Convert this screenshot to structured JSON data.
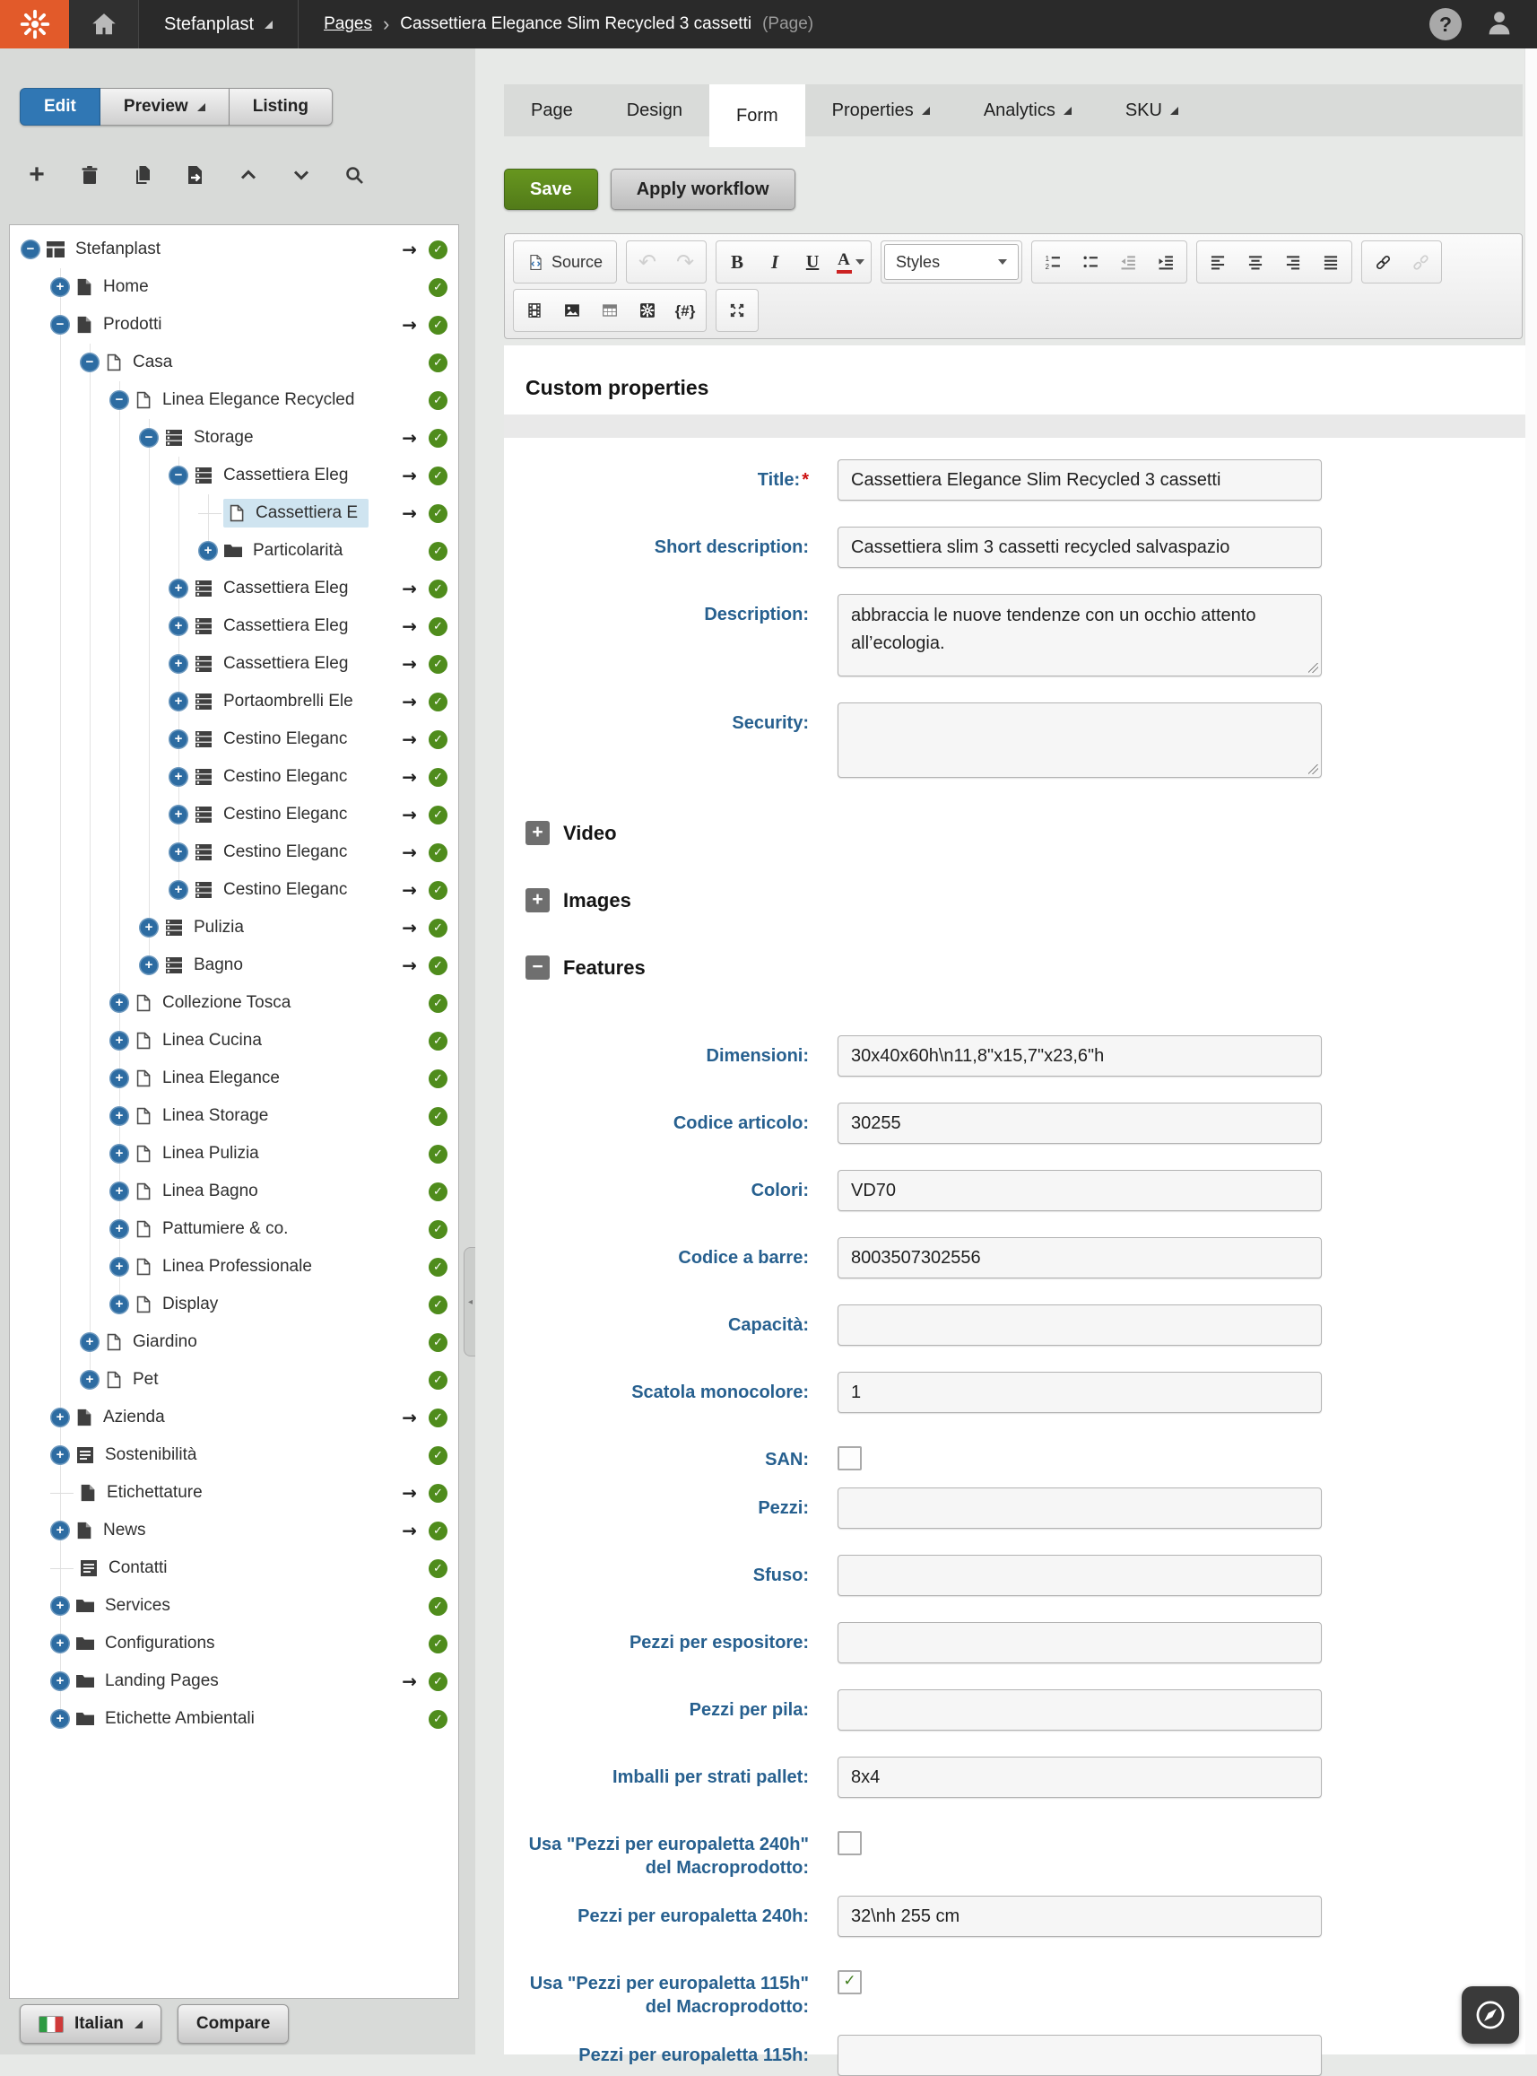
{
  "topbar": {
    "site_name": "Stefanplast",
    "breadcrumb": {
      "root": "Pages",
      "separator": "›",
      "page": "Cassettiera Elegance Slim Recycled 3 cassetti",
      "suffix": "(Page)"
    },
    "icons": [
      "app-logo-icon",
      "home-icon",
      "help-icon",
      "user-icon"
    ]
  },
  "sidebar": {
    "mode_tabs": [
      {
        "label": "Edit",
        "active": true,
        "caret": false
      },
      {
        "label": "Preview",
        "active": false,
        "caret": true
      },
      {
        "label": "Listing",
        "active": false,
        "caret": false
      }
    ],
    "toolbar_icons": [
      "add",
      "delete",
      "copy",
      "export",
      "collapse",
      "expand",
      "search"
    ],
    "tree": [
      {
        "label": "Stefanplast",
        "depth": 0,
        "toggle": "minus",
        "icon": "site",
        "arrow": true,
        "check": true,
        "selected": false
      },
      {
        "label": "Home",
        "depth": 1,
        "toggle": "plus",
        "icon": "page-dark",
        "arrow": false,
        "check": true,
        "selected": false
      },
      {
        "label": "Prodotti",
        "depth": 1,
        "toggle": "minus",
        "icon": "page-dark",
        "arrow": true,
        "check": true,
        "selected": false
      },
      {
        "label": "Casa",
        "depth": 2,
        "toggle": "minus",
        "icon": "page-light",
        "arrow": false,
        "check": true,
        "selected": false
      },
      {
        "label": "Linea Elegance Recycled",
        "depth": 3,
        "toggle": "minus",
        "icon": "page-light",
        "arrow": false,
        "check": true,
        "selected": false
      },
      {
        "label": "Storage",
        "depth": 4,
        "toggle": "minus",
        "icon": "list",
        "arrow": true,
        "check": true,
        "selected": false
      },
      {
        "label": "Cassettiera Eleg",
        "depth": 5,
        "toggle": "minus",
        "icon": "list",
        "arrow": true,
        "check": true,
        "selected": false
      },
      {
        "label": "Cassettiera E",
        "depth": 6,
        "toggle": "none",
        "icon": "page-light",
        "arrow": true,
        "check": true,
        "selected": true
      },
      {
        "label": "Particolarità",
        "depth": 6,
        "toggle": "plus",
        "icon": "folder",
        "arrow": false,
        "check": true,
        "selected": false
      },
      {
        "label": "Cassettiera Eleg",
        "depth": 5,
        "toggle": "plus",
        "icon": "list",
        "arrow": true,
        "check": true,
        "selected": false
      },
      {
        "label": "Cassettiera Eleg",
        "depth": 5,
        "toggle": "plus",
        "icon": "list",
        "arrow": true,
        "check": true,
        "selected": false
      },
      {
        "label": "Cassettiera Eleg",
        "depth": 5,
        "toggle": "plus",
        "icon": "list",
        "arrow": true,
        "check": true,
        "selected": false
      },
      {
        "label": "Portaombrelli Ele",
        "depth": 5,
        "toggle": "plus",
        "icon": "list",
        "arrow": true,
        "check": true,
        "selected": false
      },
      {
        "label": "Cestino Eleganc",
        "depth": 5,
        "toggle": "plus",
        "icon": "list",
        "arrow": true,
        "check": true,
        "selected": false
      },
      {
        "label": "Cestino Eleganc",
        "depth": 5,
        "toggle": "plus",
        "icon": "list",
        "arrow": true,
        "check": true,
        "selected": false
      },
      {
        "label": "Cestino Eleganc",
        "depth": 5,
        "toggle": "plus",
        "icon": "list",
        "arrow": true,
        "check": true,
        "selected": false
      },
      {
        "label": "Cestino Eleganc",
        "depth": 5,
        "toggle": "plus",
        "icon": "list",
        "arrow": true,
        "check": true,
        "selected": false
      },
      {
        "label": "Cestino Eleganc",
        "depth": 5,
        "toggle": "plus",
        "icon": "list",
        "arrow": true,
        "check": true,
        "selected": false
      },
      {
        "label": "Pulizia",
        "depth": 4,
        "toggle": "plus",
        "icon": "list",
        "arrow": true,
        "check": true,
        "selected": false
      },
      {
        "label": "Bagno",
        "depth": 4,
        "toggle": "plus",
        "icon": "list",
        "arrow": true,
        "check": true,
        "selected": false
      },
      {
        "label": "Collezione Tosca",
        "depth": 3,
        "toggle": "plus",
        "icon": "page-light",
        "arrow": false,
        "check": true,
        "selected": false
      },
      {
        "label": "Linea Cucina",
        "depth": 3,
        "toggle": "plus",
        "icon": "page-light",
        "arrow": false,
        "check": true,
        "selected": false
      },
      {
        "label": "Linea Elegance",
        "depth": 3,
        "toggle": "plus",
        "icon": "page-light",
        "arrow": false,
        "check": true,
        "selected": false
      },
      {
        "label": "Linea Storage",
        "depth": 3,
        "toggle": "plus",
        "icon": "page-light",
        "arrow": false,
        "check": true,
        "selected": false
      },
      {
        "label": "Linea Pulizia",
        "depth": 3,
        "toggle": "plus",
        "icon": "page-light",
        "arrow": false,
        "check": true,
        "selected": false
      },
      {
        "label": "Linea Bagno",
        "depth": 3,
        "toggle": "plus",
        "icon": "page-light",
        "arrow": false,
        "check": true,
        "selected": false
      },
      {
        "label": "Pattumiere & co.",
        "depth": 3,
        "toggle": "plus",
        "icon": "page-light",
        "arrow": false,
        "check": true,
        "selected": false
      },
      {
        "label": "Linea Professionale",
        "depth": 3,
        "toggle": "plus",
        "icon": "page-light",
        "arrow": false,
        "check": true,
        "selected": false
      },
      {
        "label": "Display",
        "depth": 3,
        "toggle": "plus",
        "icon": "page-light",
        "arrow": false,
        "check": true,
        "selected": false
      },
      {
        "label": "Giardino",
        "depth": 2,
        "toggle": "plus",
        "icon": "page-light",
        "arrow": false,
        "check": true,
        "selected": false
      },
      {
        "label": "Pet",
        "depth": 2,
        "toggle": "plus",
        "icon": "page-light",
        "arrow": false,
        "check": true,
        "selected": false
      },
      {
        "label": "Azienda",
        "depth": 1,
        "toggle": "plus",
        "icon": "page-dark",
        "arrow": true,
        "check": true,
        "selected": false
      },
      {
        "label": "Sostenibilità",
        "depth": 1,
        "toggle": "plus",
        "icon": "content",
        "arrow": false,
        "check": true,
        "selected": false
      },
      {
        "label": "Etichettature",
        "depth": 1,
        "toggle": "none",
        "icon": "page-dark",
        "arrow": true,
        "check": true,
        "selected": false
      },
      {
        "label": "News",
        "depth": 1,
        "toggle": "plus",
        "icon": "page-dark",
        "arrow": true,
        "check": true,
        "selected": false
      },
      {
        "label": "Contatti",
        "depth": 1,
        "toggle": "none",
        "icon": "content",
        "arrow": false,
        "check": true,
        "selected": false
      },
      {
        "label": "Services",
        "depth": 1,
        "toggle": "plus",
        "icon": "folder",
        "arrow": false,
        "check": true,
        "selected": false
      },
      {
        "label": "Configurations",
        "depth": 1,
        "toggle": "plus",
        "icon": "folder",
        "arrow": false,
        "check": true,
        "selected": false
      },
      {
        "label": "Landing Pages",
        "depth": 1,
        "toggle": "plus",
        "icon": "folder",
        "arrow": true,
        "check": true,
        "selected": false
      },
      {
        "label": "Etichette Ambientali",
        "depth": 1,
        "toggle": "plus",
        "icon": "folder",
        "arrow": false,
        "check": true,
        "selected": false
      }
    ],
    "language_label": "Italian",
    "compare_label": "Compare"
  },
  "main": {
    "tabs": [
      {
        "label": "Page",
        "active": false,
        "caret": false
      },
      {
        "label": "Design",
        "active": false,
        "caret": false
      },
      {
        "label": "Form",
        "active": true,
        "caret": false
      },
      {
        "label": "Properties",
        "active": false,
        "caret": true
      },
      {
        "label": "Analytics",
        "active": false,
        "caret": true
      },
      {
        "label": "SKU",
        "active": false,
        "caret": true
      }
    ],
    "save_label": "Save",
    "apply_workflow_label": "Apply workflow",
    "editor": {
      "source_label": "Source",
      "styles_label": "Styles",
      "row1_groups": [
        [
          "source"
        ],
        [
          "undo",
          "redo"
        ],
        [
          "bold",
          "italic",
          "underline",
          "text-color"
        ],
        [
          "styles"
        ],
        [
          "numbered-list",
          "bulleted-list",
          "outdent",
          "indent"
        ],
        [
          "align-left",
          "align-center",
          "align-right",
          "align-justify"
        ],
        [
          "link",
          "unlink"
        ]
      ],
      "row2_groups": [
        [
          "video",
          "image",
          "table",
          "page-properties",
          "token"
        ],
        [
          "maximize"
        ]
      ],
      "disabled": [
        "undo",
        "redo",
        "outdent",
        "unlink"
      ]
    },
    "section_title": "Custom properties",
    "form_rows": [
      {
        "kind": "field",
        "type": "text",
        "label": "Title:",
        "required": true,
        "value": "Cassettiera Elegance Slim Recycled 3 cassetti"
      },
      {
        "kind": "field",
        "type": "text",
        "label": "Short description:",
        "value": "Cassettiera slim 3 cassetti recycled salvaspazio"
      },
      {
        "kind": "field",
        "type": "textarea",
        "label": "Description:",
        "value": "abbraccia le nuove tendenze con un occhio attento all’ecologia.",
        "ta": "h1"
      },
      {
        "kind": "field",
        "type": "textarea",
        "label": "Security:",
        "value": "",
        "ta": "h2"
      },
      {
        "kind": "section",
        "label": "Video",
        "expanded": false,
        "first": true
      },
      {
        "kind": "section",
        "label": "Images",
        "expanded": false
      },
      {
        "kind": "section",
        "label": "Features",
        "expanded": true
      },
      {
        "kind": "field",
        "type": "text",
        "label": "Dimensioni:",
        "value": "30x40x60h\\n11,8\"x15,7\"x23,6\"h"
      },
      {
        "kind": "field",
        "type": "text",
        "label": "Codice articolo:",
        "value": "30255"
      },
      {
        "kind": "field",
        "type": "text",
        "label": "Colori:",
        "value": "VD70"
      },
      {
        "kind": "field",
        "type": "text",
        "label": "Codice a barre:",
        "value": "8003507302556"
      },
      {
        "kind": "field",
        "type": "text",
        "label": "Capacità:",
        "value": ""
      },
      {
        "kind": "field",
        "type": "text",
        "label": "Scatola monocolore:",
        "value": "1"
      },
      {
        "kind": "field",
        "type": "checkbox",
        "label": "SAN:",
        "checked": false
      },
      {
        "kind": "field",
        "type": "text",
        "label": "Pezzi:",
        "value": ""
      },
      {
        "kind": "field",
        "type": "text",
        "label": "Sfuso:",
        "value": ""
      },
      {
        "kind": "field",
        "type": "text",
        "label": "Pezzi per espositore:",
        "value": ""
      },
      {
        "kind": "field",
        "type": "text",
        "label": "Pezzi per pila:",
        "value": ""
      },
      {
        "kind": "field",
        "type": "text",
        "label": "Imballi per strati pallet:",
        "value": "8x4"
      },
      {
        "kind": "field",
        "type": "checkbox",
        "label": "Usa \"Pezzi per europaletta 240h\" del Macroprodotto:",
        "checked": false
      },
      {
        "kind": "field",
        "type": "text",
        "label": "Pezzi per europaletta 240h:",
        "value": "32\\nh 255 cm"
      },
      {
        "kind": "field",
        "type": "checkbox",
        "label": "Usa \"Pezzi per europaletta 115h\" del Macroprodotto:",
        "checked": true
      },
      {
        "kind": "field",
        "type": "text",
        "label": "Pezzi per europaletta 115h:",
        "value": ""
      }
    ]
  }
}
